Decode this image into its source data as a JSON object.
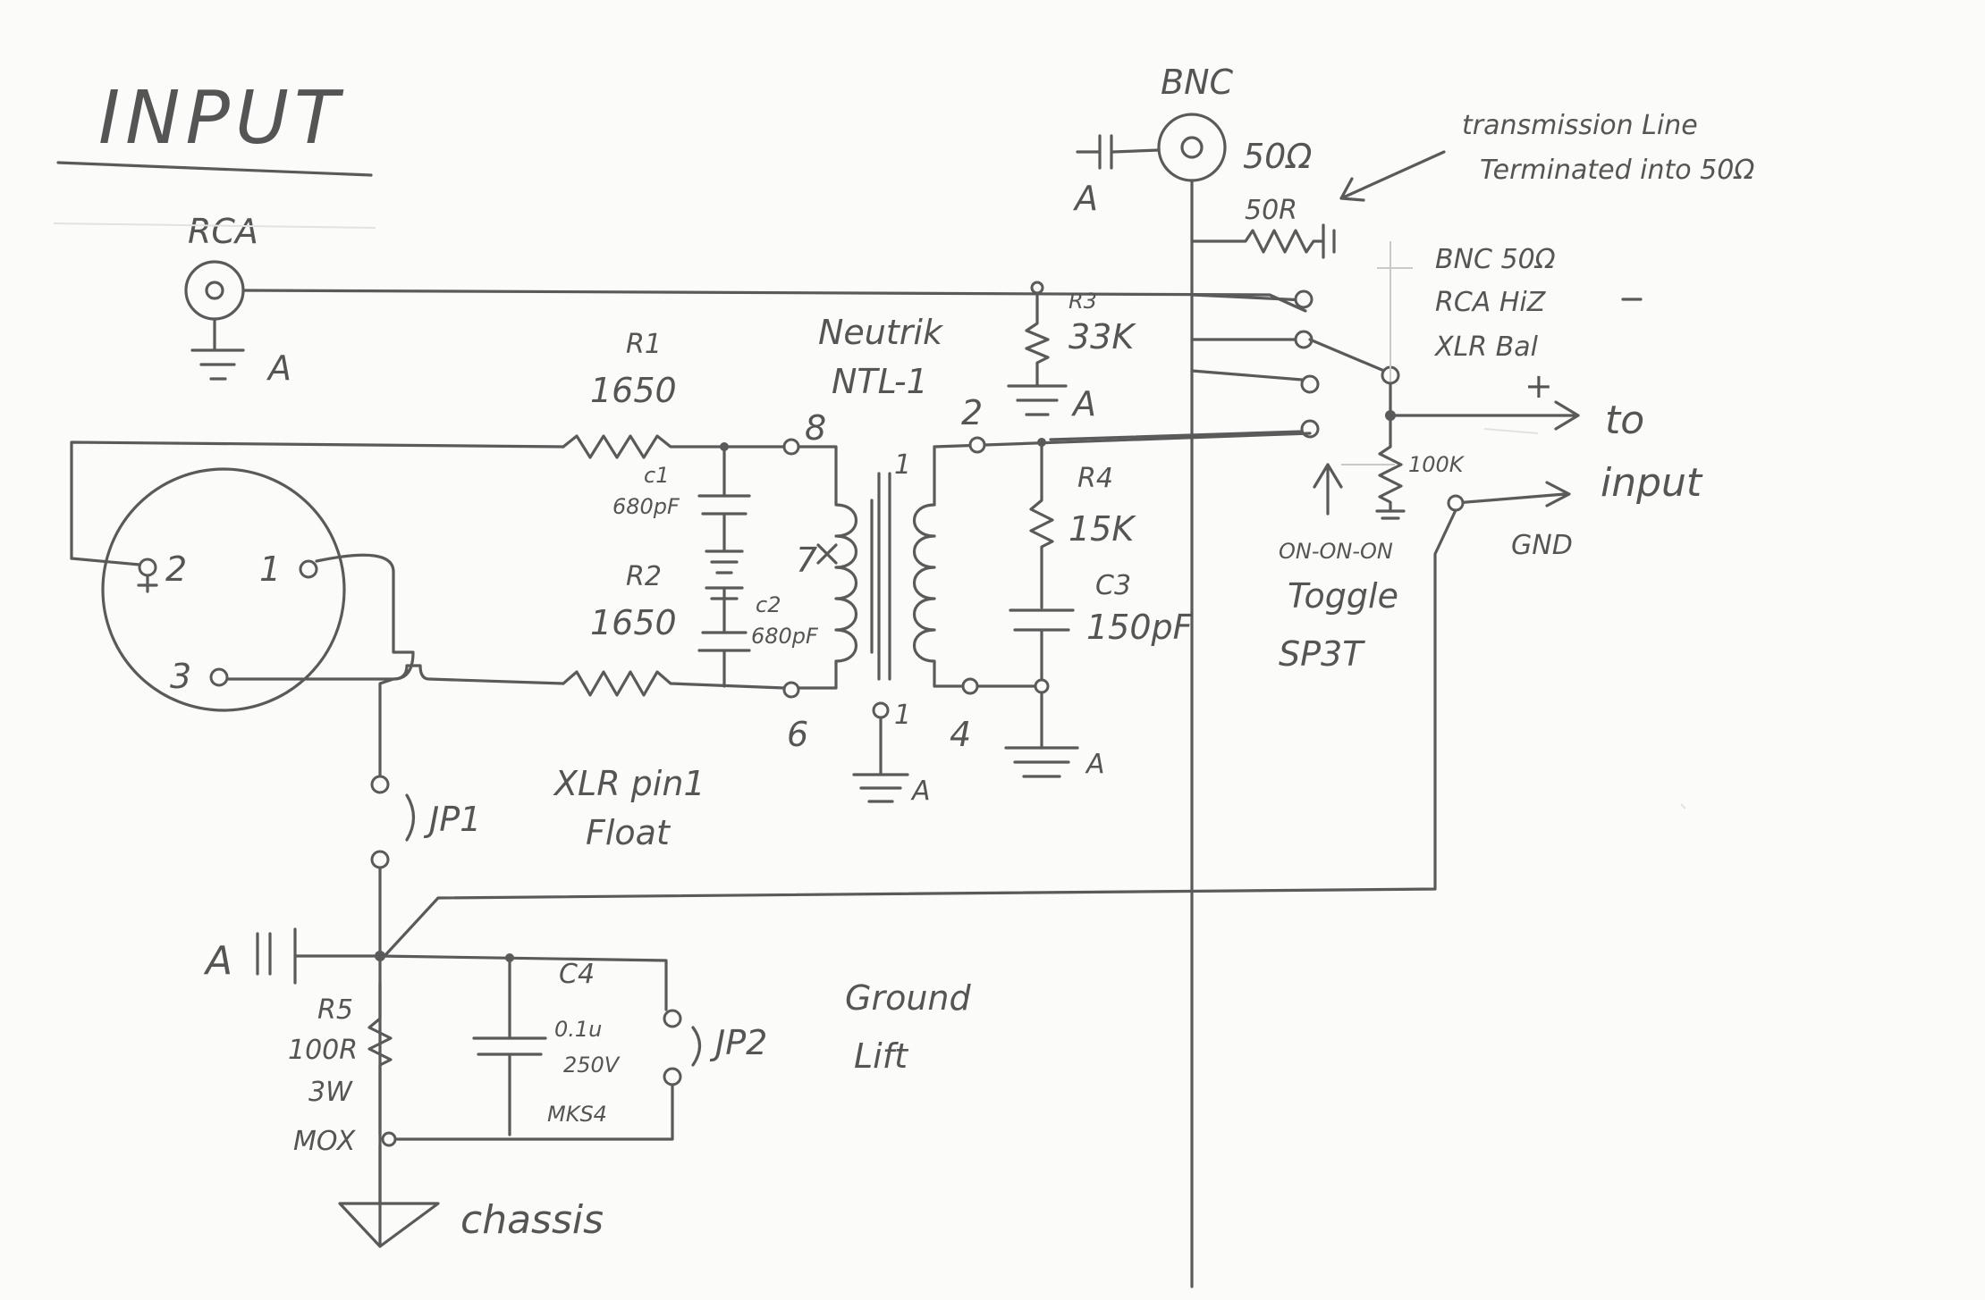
{
  "title": "INPUT",
  "connectors": {
    "bnc": "BNC",
    "bnc_impedance": "50Ω",
    "bnc_ground": "A",
    "rca": "RCA",
    "rca_ground": "A"
  },
  "note": {
    "line1": "transmission Line",
    "line2": "Terminated into 50Ω"
  },
  "switch_legend": {
    "line1": "BNC 50Ω",
    "line2": "RCA HiZ",
    "line3": "XLR Bal"
  },
  "switch": {
    "line1": "ON-ON-ON",
    "line2": "Toggle",
    "line3": "SP3T"
  },
  "output": {
    "plus": "+",
    "to": "to",
    "input": "input",
    "gnd": "GND"
  },
  "transformer": {
    "maker": "Neutrik",
    "model": "NTL-1",
    "pin8": "8",
    "pin7": "7",
    "pin6": "6",
    "pin2": "2",
    "pin1": "1",
    "pin4": "4",
    "ground": "A"
  },
  "components": {
    "r1_name": "R1",
    "r1_value": "1650",
    "r2_name": "R2",
    "r2_value": "1650",
    "c1_name": "c1",
    "c1_value": "680pF",
    "c2_name": "c2",
    "c2_value": "680pF",
    "r3_name": "R3",
    "r3_value": "33K",
    "r3_ground": "A",
    "r4_name": "R4",
    "r4_value": "15K",
    "c3_name": "C3",
    "c3_value": "150pF",
    "sec_ground": "A",
    "r50_value": "50R",
    "r100k_value": "100K",
    "c4_name": "C4",
    "c4_value": "0.1u",
    "c4_voltage": "250V",
    "c4_type": "MKS4",
    "r5_name": "R5",
    "r5_value": "100R",
    "r5_power": "3W",
    "r5_type": "MOX"
  },
  "xlr": {
    "pin2": "2",
    "pin1": "1",
    "pin3": "3"
  },
  "jumpers": {
    "jp1": "JP1",
    "jp1_line1": "XLR pin1",
    "jp1_line2": "Float",
    "jp2": "JP2",
    "jp2_line1": "Ground",
    "jp2_line2": "Lift"
  },
  "grounding": {
    "a_node": "A",
    "chassis": "chassis"
  }
}
